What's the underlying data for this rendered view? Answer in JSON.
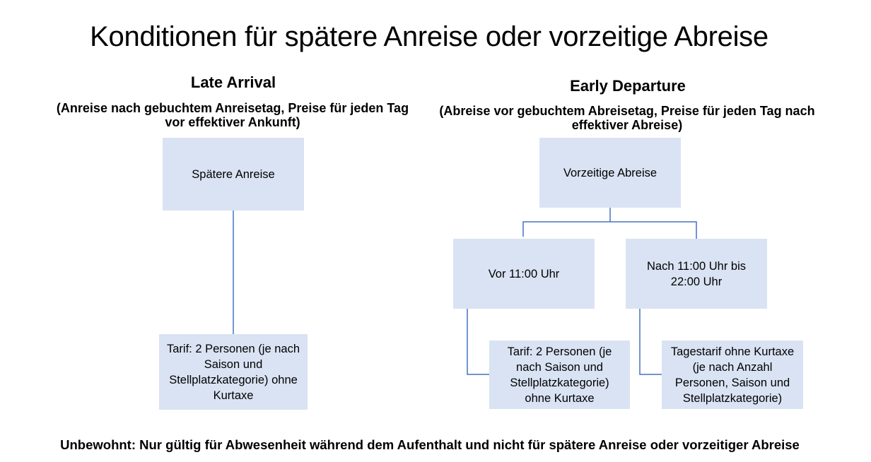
{
  "title": "Konditionen für spätere Anreise oder vorzeitige Abreise",
  "late_arrival": {
    "heading": "Late Arrival",
    "subtitle": "(Anreise nach gebuchtem Anreisetag, Preise für jeden Tag vor effektiver Ankunft)",
    "box_main": "Spätere Anreise",
    "box_tarif": "Tarif: 2 Personen (je nach Saison und Stellplatzkategorie) ohne Kurtaxe"
  },
  "early_departure": {
    "heading": "Early Departure",
    "subtitle": "(Abreise vor gebuchtem Abreisetag, Preise für jeden Tag nach effektiver Abreise)",
    "box_main": "Vorzeitige Abreise",
    "box_before": "Vor 11:00 Uhr",
    "box_after": "Nach 11:00 Uhr bis 22:00 Uhr",
    "box_tarif_before": "Tarif: 2 Personen (je nach Saison und Stellplatzkategorie) ohne Kurtaxe",
    "box_tarif_after": "Tagestarif ohne Kurtaxe (je nach Anzahl Personen, Saison und Stellplatzkategorie)"
  },
  "footer": "Unbewohnt: Nur gültig für Abwesenheit während dem Aufenthalt und nicht für spätere Anreise oder vorzeitiger Abreise",
  "colors": {
    "box_fill": "#dae3f3",
    "connector": "#4472c4"
  }
}
